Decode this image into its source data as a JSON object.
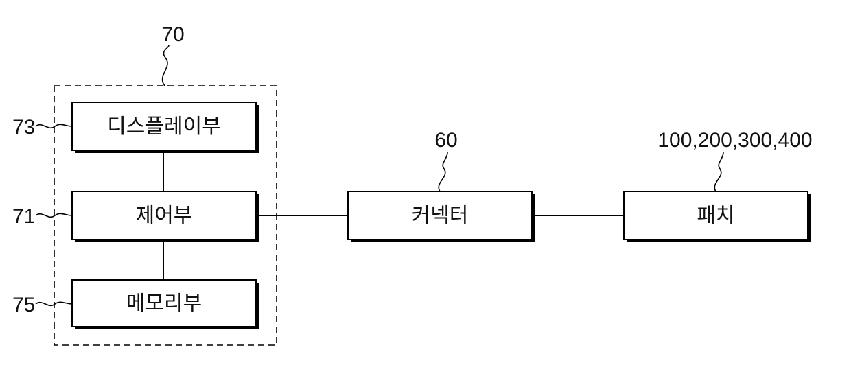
{
  "blocks": {
    "display": {
      "label": "디스플레이부",
      "ref": "73"
    },
    "control": {
      "label": "제어부",
      "ref": "71"
    },
    "memory": {
      "label": "메모리부",
      "ref": "75"
    },
    "connector": {
      "label": "커넥터",
      "ref": "60"
    },
    "patch": {
      "label": "패치",
      "ref": "100,200,300,400"
    }
  },
  "group": {
    "ref": "70"
  }
}
